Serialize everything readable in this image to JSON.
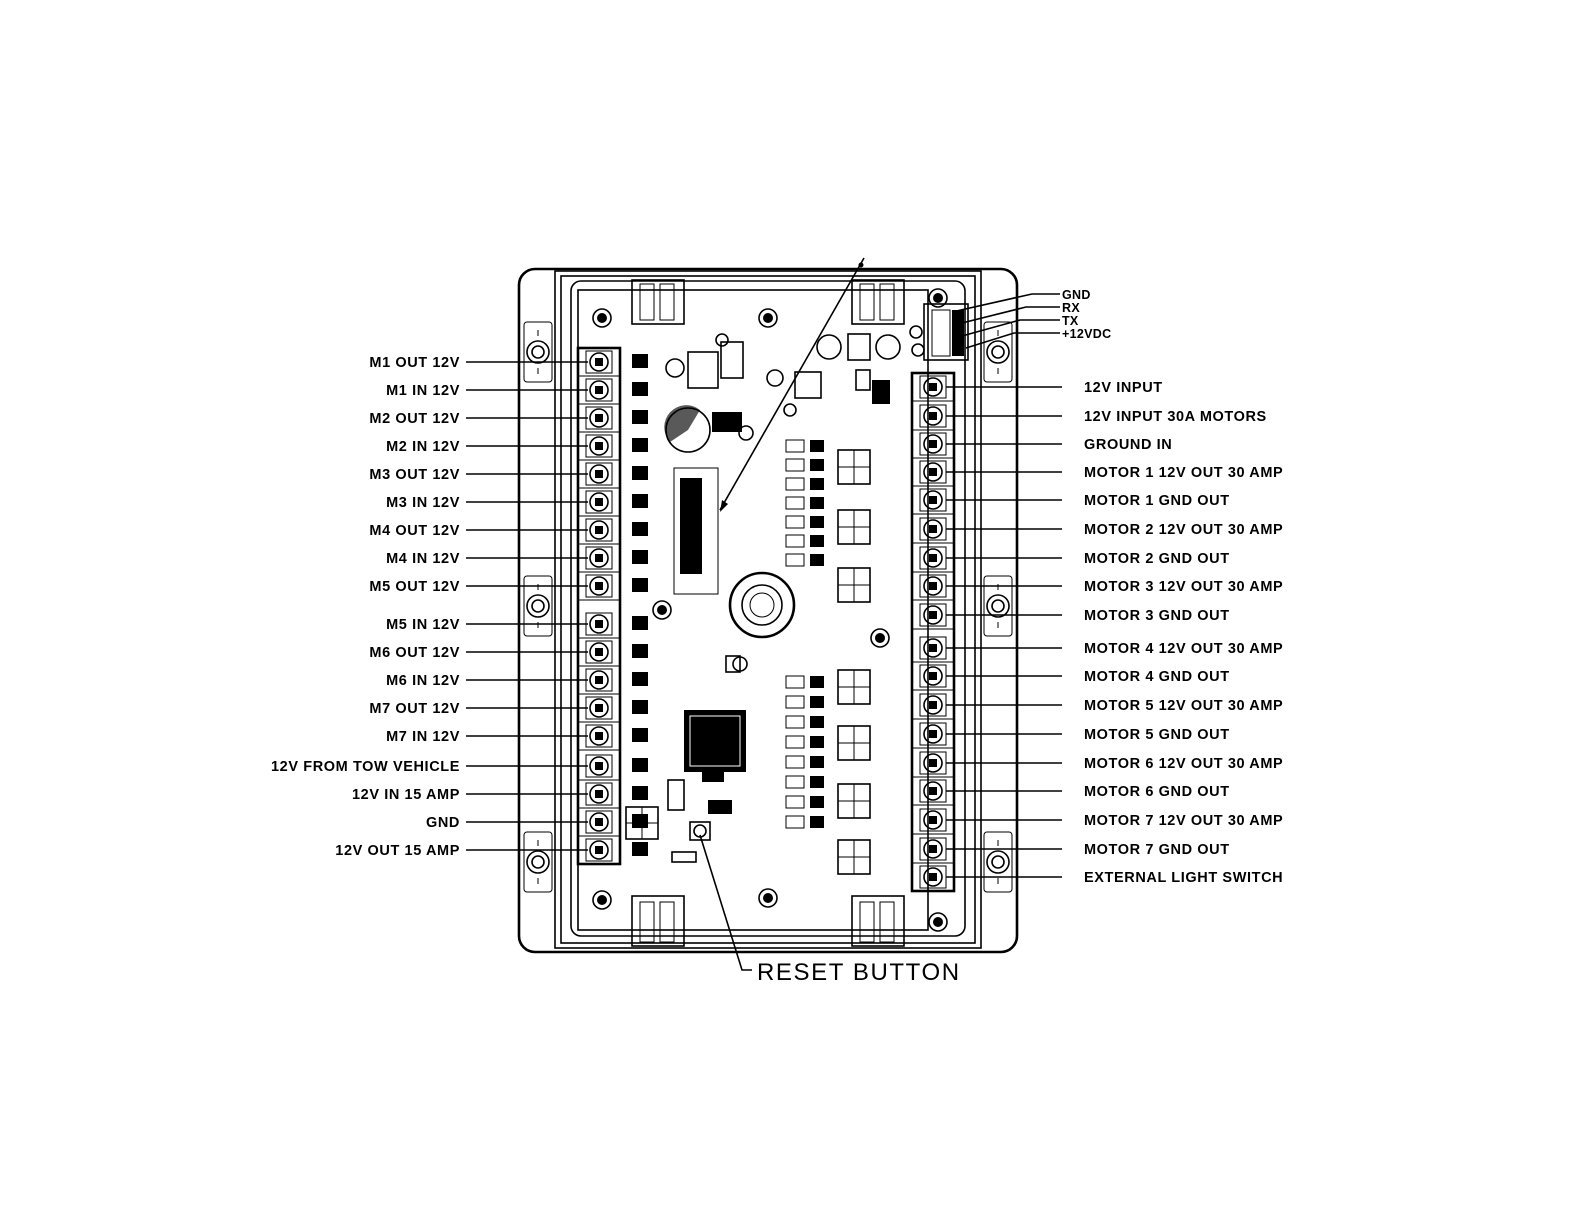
{
  "left_labels": [
    "M1  OUT  12V",
    "M1  IN  12V",
    "M2  OUT  12V",
    "M2  IN  12V",
    "M3  OUT  12V",
    "M3  IN  12V",
    "M4  OUT  12V",
    "M4  IN  12V",
    "M5  OUT  12V",
    "M5  IN  12V",
    "M6  OUT  12V",
    "M6  IN  12V",
    "M7  OUT  12V",
    "M7  IN  12V",
    "12V  FROM  TOW  VEHICLE",
    "12V  IN  15  AMP",
    "GND",
    "12V  OUT  15  AMP"
  ],
  "right_labels": [
    "12V  INPUT",
    "12V  INPUT  30A  MOTORS",
    "GROUND  IN",
    "MOTOR  1  12V  OUT  30  AMP",
    "MOTOR  1  GND  OUT",
    "MOTOR  2  12V  OUT  30  AMP",
    "MOTOR  2  GND  OUT",
    "MOTOR  3  12V  OUT  30  AMP",
    "MOTOR  3  GND  OUT",
    "MOTOR  4  12V  OUT  30  AMP",
    "MOTOR  4  GND  OUT",
    "MOTOR  5  12V  OUT  30  AMP",
    "MOTOR  5  GND  OUT",
    "MOTOR  6  12V  OUT  30  AMP",
    "MOTOR  6  GND  OUT",
    "MOTOR  7  12V  OUT  30  AMP",
    "MOTOR  7  GND  OUT",
    "EXTERNAL  LIGHT  SWITCH"
  ],
  "serial_labels": [
    "GND",
    "RX",
    "TX",
    "+12VDC"
  ],
  "reset_label": "RESET  BUTTON"
}
